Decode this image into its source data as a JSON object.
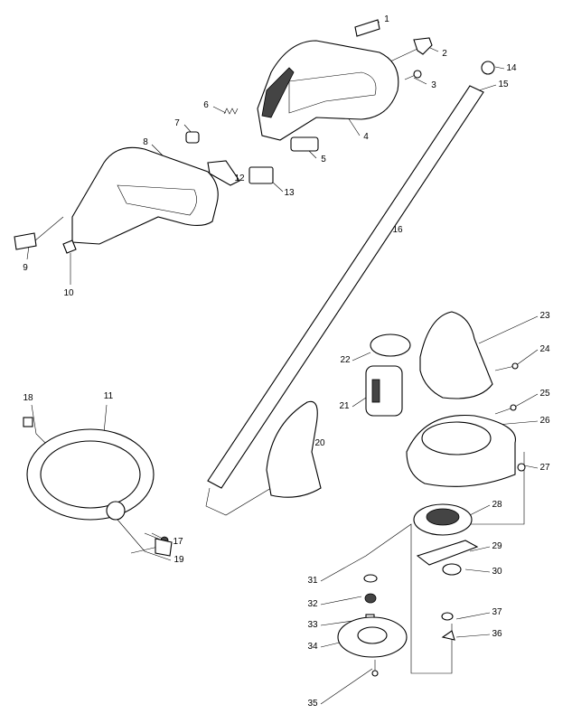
{
  "diagram": {
    "type": "exploded parts diagram",
    "part_numbers": [
      "1",
      "2",
      "3",
      "4",
      "5",
      "6",
      "7",
      "8",
      "9",
      "10",
      "11",
      "12",
      "13",
      "14",
      "15",
      "16",
      "17",
      "18",
      "19",
      "20",
      "21",
      "22",
      "23",
      "24",
      "25",
      "26",
      "27",
      "28",
      "29",
      "30",
      "31",
      "32",
      "33",
      "34",
      "35",
      "36",
      "37"
    ]
  }
}
